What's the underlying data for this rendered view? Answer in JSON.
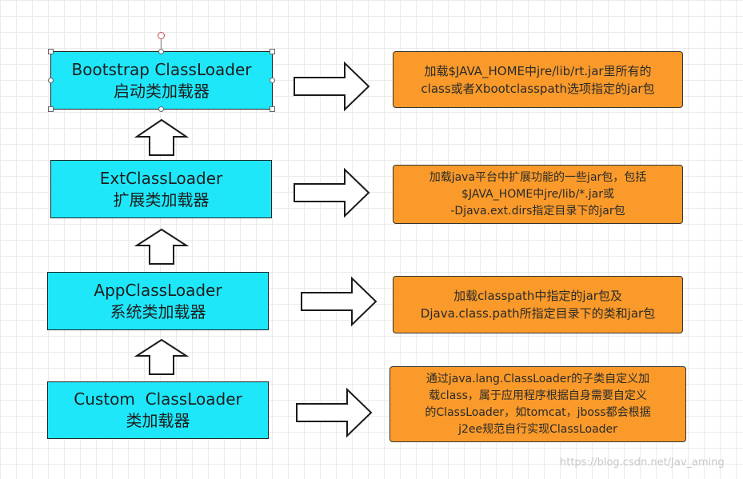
{
  "loaders": [
    {
      "title": "Bootstrap ClassLoader",
      "subtitle": "启动类加载器"
    },
    {
      "title": "ExtClassLoader",
      "subtitle": "扩展类加载器"
    },
    {
      "title": "AppClassLoader",
      "subtitle": "系统类加载器"
    },
    {
      "title": "Custom  ClassLoader",
      "subtitle": "类加载器"
    }
  ],
  "descriptions": [
    {
      "lines": [
        "加载$JAVA_HOME中jre/lib/rt.jar里所有的",
        "class或者Xbootclasspath选项指定的jar包"
      ]
    },
    {
      "lines": [
        "加载java平台中扩展功能的一些jar包，包括",
        "$JAVA_HOME中jre/lib/*.jar或",
        "-Djava.ext.dirs指定目录下的jar包"
      ]
    },
    {
      "lines": [
        "加载classpath中指定的jar包及",
        "Djava.class.path所指定目录下的类和jar包"
      ]
    },
    {
      "lines": [
        "通过java.lang.ClassLoader的子类自定义加",
        "载class，属于应用程序根据自身需要自定义",
        "的ClassLoader，如tomcat，jboss都会根据",
        "j2ee规范自行实现ClassLoader"
      ]
    }
  ],
  "watermark": "https://blog.csdn.net/Jav_aming",
  "colors": {
    "loader_fill": "#1ee7fa",
    "desc_fill": "#fa9a2a",
    "arrow_fill": "#ffffff",
    "arrow_stroke": "#1a1a1a"
  }
}
